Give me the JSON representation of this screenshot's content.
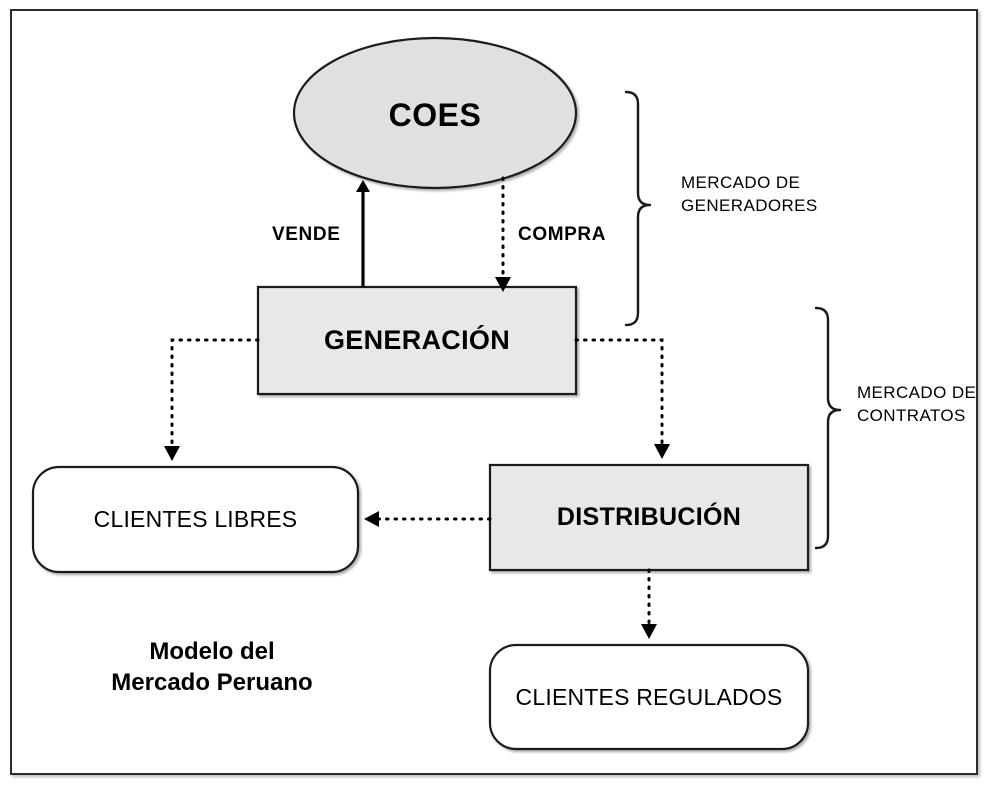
{
  "diagram": {
    "caption": "Modelo del\nMercado Peruano",
    "colors": {
      "node_fill_gray": "#e6e6e6",
      "node_fill_white": "#ffffff",
      "stroke": "#1a1a1a",
      "frame": "#2b2b2b",
      "background": "#ffffff"
    },
    "nodes": [
      {
        "id": "coes",
        "label": "COES",
        "shape": "ellipse",
        "fill": "#e0e0e0"
      },
      {
        "id": "generacion",
        "label": "GENERACIÓN",
        "shape": "rectangle",
        "fill": "#e8e8e8"
      },
      {
        "id": "distribucion",
        "label": "DISTRIBUCIÓN",
        "shape": "rectangle",
        "fill": "#e8e8e8"
      },
      {
        "id": "clientes-libres",
        "label": "CLIENTES LIBRES",
        "shape": "rounded-rectangle",
        "fill": "#ffffff"
      },
      {
        "id": "clientes-regulados",
        "label": "CLIENTES REGULADOS",
        "shape": "rounded-rectangle",
        "fill": "#ffffff"
      }
    ],
    "edges": [
      {
        "id": "vende",
        "label": "VENDE",
        "from": "generacion",
        "to": "coes",
        "style": "solid",
        "arrow": "up"
      },
      {
        "id": "compra",
        "label": "COMPRA",
        "from": "coes",
        "to": "generacion",
        "style": "dotted",
        "arrow": "down"
      },
      {
        "id": "gen-to-libres",
        "label": "",
        "from": "generacion",
        "to": "clientes-libres",
        "style": "dotted",
        "arrow": "down"
      },
      {
        "id": "gen-to-distribucion",
        "label": "",
        "from": "generacion",
        "to": "distribucion",
        "style": "dotted",
        "arrow": "down"
      },
      {
        "id": "distribucion-to-libres",
        "label": "",
        "from": "distribucion",
        "to": "clientes-libres",
        "style": "dotted",
        "arrow": "left"
      },
      {
        "id": "distribucion-to-regulados",
        "label": "",
        "from": "distribucion",
        "to": "clientes-regulados",
        "style": "dotted",
        "arrow": "down"
      }
    ],
    "braces": [
      {
        "id": "mercado-generadores",
        "label": "MERCADO DE\nGENERADORES"
      },
      {
        "id": "mercado-contratos",
        "label": "MERCADO DE\nCONTRATOS"
      }
    ]
  }
}
